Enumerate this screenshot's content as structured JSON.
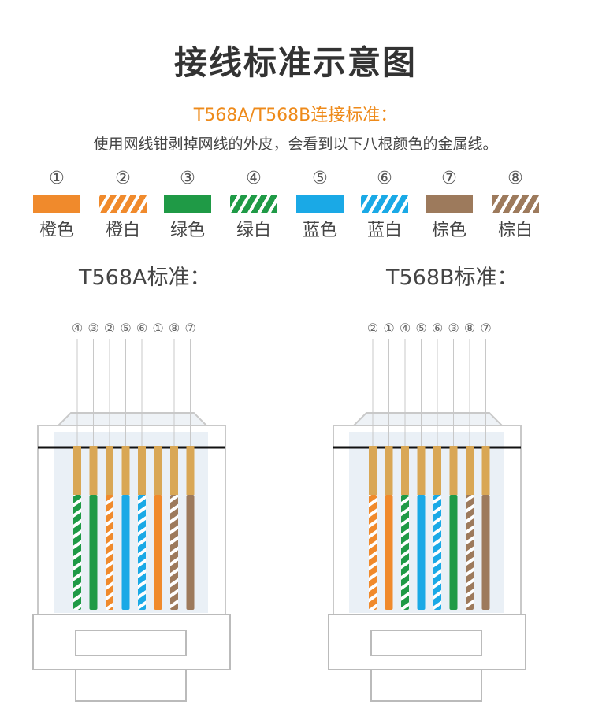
{
  "title": "接线标准示意图",
  "subtitle": "T568A/T568B连接标准：",
  "description": "使用网线钳剥掉网线的外皮，会看到以下八根颜色的金属线。",
  "colors": {
    "orange": "#f08a2c",
    "green": "#1f9a46",
    "blue": "#1aa9e6",
    "brown": "#9d7a5c",
    "gold": "#d9a755"
  },
  "legend": [
    {
      "num": "①",
      "label": "橙色",
      "color": "orange",
      "striped": false
    },
    {
      "num": "②",
      "label": "橙白",
      "color": "orange",
      "striped": true
    },
    {
      "num": "③",
      "label": "绿色",
      "color": "green",
      "striped": false
    },
    {
      "num": "④",
      "label": "绿白",
      "color": "green",
      "striped": true
    },
    {
      "num": "⑤",
      "label": "蓝色",
      "color": "blue",
      "striped": false
    },
    {
      "num": "⑥",
      "label": "蓝白",
      "color": "blue",
      "striped": true
    },
    {
      "num": "⑦",
      "label": "棕色",
      "color": "brown",
      "striped": false
    },
    {
      "num": "⑧",
      "label": "棕白",
      "color": "brown",
      "striped": true
    }
  ],
  "standards": [
    {
      "label": "T568A标准：",
      "order": [
        "④",
        "③",
        "②",
        "⑤",
        "⑥",
        "①",
        "⑧",
        "⑦"
      ]
    },
    {
      "label": "T568B标准：",
      "order": [
        "②",
        "①",
        "④",
        "⑤",
        "⑥",
        "③",
        "⑧",
        "⑦"
      ]
    }
  ]
}
